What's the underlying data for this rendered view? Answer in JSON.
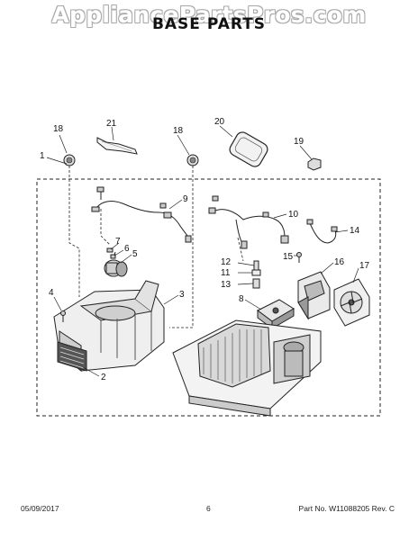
{
  "watermark": "AppliancePartsPros.com",
  "title": "BASE PARTS",
  "callouts": [
    "1",
    "2",
    "3",
    "4",
    "5",
    "6",
    "7",
    "8",
    "9",
    "10",
    "11",
    "12",
    "13",
    "14",
    "15",
    "16",
    "17",
    "18",
    "18",
    "19",
    "20",
    "21"
  ],
  "footer": {
    "date": "05/09/2017",
    "page": "6",
    "part_number": "Part No. W11088205  Rev. C"
  }
}
